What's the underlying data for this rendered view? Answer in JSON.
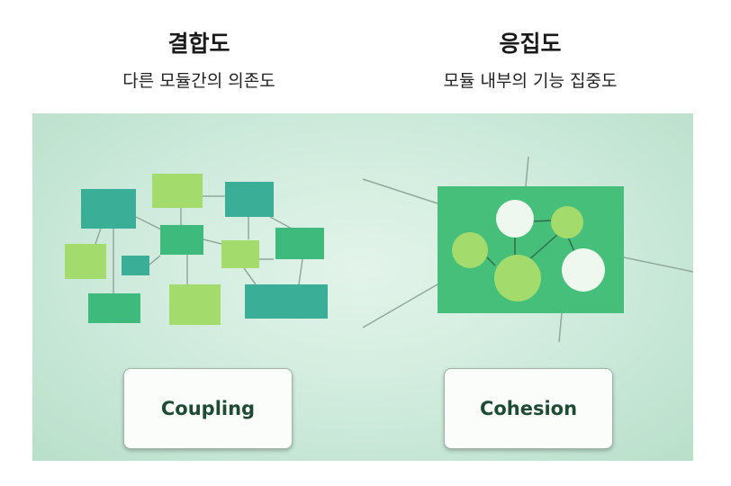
{
  "coupling": {
    "title": "결합도",
    "subtitle": "다른 모듈간의 의존도",
    "label": "Coupling"
  },
  "cohesion": {
    "title": "응집도",
    "subtitle": "모듈 내부의 기능 집중도",
    "label": "Cohesion"
  },
  "colors": {
    "teal": "#3aae96",
    "green": "#3dba7c",
    "light_green": "#a3db6c",
    "cohesion_box": "#45bf7a",
    "white_circle": "#eef8ee",
    "line": "#8fa99c"
  }
}
